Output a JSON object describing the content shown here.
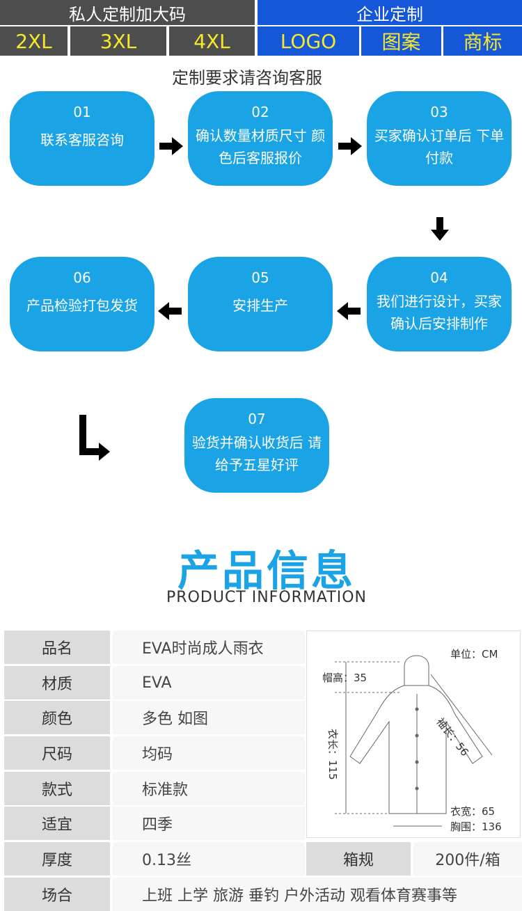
{
  "header": {
    "left_title": "私人定制加大码",
    "right_title": "企业定制",
    "sizes": [
      "2XL",
      "3XL",
      "4XL"
    ],
    "custom_items": [
      "LOGO",
      "图案",
      "商标"
    ]
  },
  "note": "定制要求请咨询客服",
  "steps": [
    {
      "num": "01",
      "text": "联系客服咨询"
    },
    {
      "num": "02",
      "text": "确认数量材质尺寸 颜色后客服报价"
    },
    {
      "num": "03",
      "text": "买家确认订单后 下单付款"
    },
    {
      "num": "04",
      "text": "我们进行设计，买家 确认后安排制作"
    },
    {
      "num": "05",
      "text": "安排生产"
    },
    {
      "num": "06",
      "text": "产品检验打包发货"
    },
    {
      "num": "07",
      "text": "验货并确认收货后 请给予五星好评"
    }
  ],
  "product_info": {
    "title": "产品信息",
    "subtitle": "PRODUCT INFORMATION",
    "rows": [
      {
        "label": "品名",
        "value": "EVA时尚成人雨衣"
      },
      {
        "label": "材质",
        "value": "EVA"
      },
      {
        "label": "颜色",
        "value": "多色 如图"
      },
      {
        "label": "尺码",
        "value": "均码"
      },
      {
        "label": "款式",
        "value": "标准款"
      },
      {
        "label": "适宜",
        "value": "四季"
      },
      {
        "label": "厚度",
        "value": "0.13丝"
      },
      {
        "label": "场合",
        "value": "上班 上学 旅游 垂钓 户外活动 观看体育赛事等"
      }
    ],
    "box_label": "箱规",
    "box_value": "200件/箱",
    "diagram": {
      "unit": "单位：CM",
      "hood_height": "帽高：35",
      "sleeve": "袖长：56",
      "length": "衣长：115",
      "width": "衣宽：65",
      "chest": "胸围：136"
    }
  },
  "colors": {
    "bubble": "#1aa3e5",
    "header_dark": "#4d4d4d",
    "header_blue": "#1557d8",
    "header_text": "#f7e92a"
  }
}
